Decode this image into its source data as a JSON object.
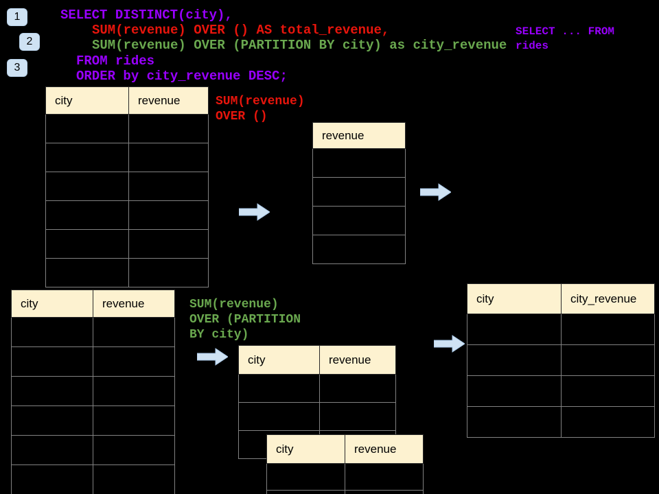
{
  "colors": {
    "background": "#000000",
    "sql_purple": "#9900ff",
    "sql_red": "#e8150c",
    "sql_green": "#6aa84f",
    "badge_and_arrow_blue": "#cfe2f3",
    "table_header_cream": "#fdf2d0",
    "table_grid_gray": "#828282"
  },
  "step_badges": {
    "badge1": "1",
    "badge2": "2",
    "badge3": "3"
  },
  "sql_code": {
    "line1": "SELECT DISTINCT(city),",
    "line2": "SUM(revenue) OVER () AS total_revenue,",
    "line3": "SUM(revenue) OVER (PARTITION BY city) as city_revenue",
    "line4": "FROM rides",
    "line5": "ORDER by city_revenue DESC;"
  },
  "side_note": "SELECT ... FROM\nrides",
  "annotations": {
    "total_window": "SUM(revenue)\nOVER ()",
    "partition_window": "SUM(revenue)\nOVER (PARTITION\nBY city)"
  },
  "tables": {
    "source_top": {
      "headers": [
        "city",
        "revenue"
      ],
      "empty_rows": 6
    },
    "total_revenue_result": {
      "headers": [
        "revenue"
      ],
      "empty_rows": 4
    },
    "source_bottom": {
      "headers": [
        "city",
        "revenue"
      ],
      "empty_rows": 6
    },
    "partition_intermediate": {
      "headers": [
        "city",
        "revenue"
      ],
      "empty_rows": 3
    },
    "partition_overlay": {
      "headers": [
        "city",
        "revenue"
      ],
      "empty_rows": 2
    },
    "city_revenue_result": {
      "headers": [
        "city",
        "city_revenue"
      ],
      "empty_rows": 4
    }
  }
}
